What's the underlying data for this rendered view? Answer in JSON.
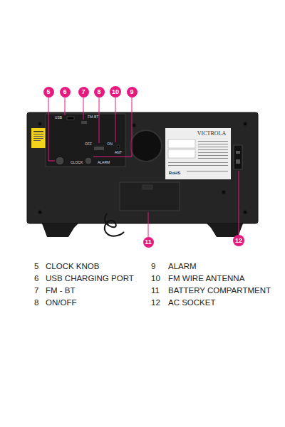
{
  "diagram": {
    "nodes": [
      {
        "text": [
          "5"
        ]
      },
      {
        "text": [
          "6"
        ]
      },
      {
        "text": [
          "7"
        ]
      },
      {
        "text": [
          "8"
        ]
      },
      {
        "text": [
          "10"
        ]
      },
      {
        "text": [
          "9"
        ]
      },
      {
        "text": [
          "11"
        ]
      },
      {
        "text": [
          "12"
        ]
      }
    ],
    "labels": [
      "USB",
      "FM-BT",
      "OFF",
      "ON",
      "CLOCK",
      "ALARM",
      "ANT",
      "VICTROLA",
      "RoHS",
      "5",
      "CLOCK KNOB",
      "6",
      "USB CHARGING PORT",
      "7",
      "FM - BT",
      "8",
      "ON/OFF",
      "9",
      "ALARM",
      "10",
      "FM WIRE ANTENNA",
      "11",
      "BATTERY COMPARTMENT",
      "12",
      "AC SOCKET"
    ]
  }
}
